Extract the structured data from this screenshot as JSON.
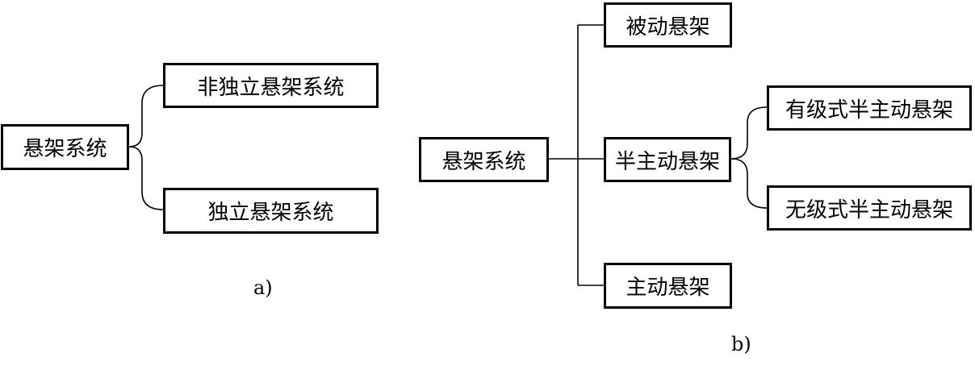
{
  "diagram_a": {
    "root": "悬架系统",
    "children": [
      "非独立悬架系统",
      "独立悬架系统"
    ],
    "caption": "a)"
  },
  "diagram_b": {
    "root": "悬架系统",
    "children": [
      "被动悬架",
      "半主动悬架",
      "主动悬架"
    ],
    "semi_active_children": [
      "有级式半主动悬架",
      "无级式半主动悬架"
    ],
    "caption": "b)"
  }
}
